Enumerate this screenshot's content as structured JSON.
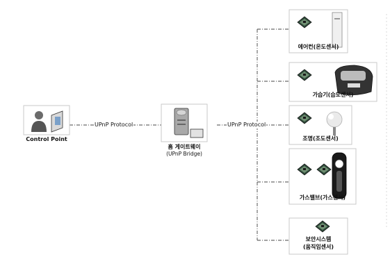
{
  "control_point": {
    "label": "Control Point"
  },
  "gateway": {
    "name": "홈 게이트웨이",
    "sub": "(UPnP Bridge)"
  },
  "protocol_labels": {
    "left": "UPnP Protocol",
    "right": "UPnP Protocol"
  },
  "devices": [
    {
      "label": "에어컨(온도센서)",
      "icon": "aircon-icon"
    },
    {
      "label": "가습기(습도센서)",
      "icon": "humidifier-icon"
    },
    {
      "label": "조명(조도센서)",
      "icon": "lamp-icon"
    },
    {
      "label": "가스밸브(가스센서)",
      "icon": "gas-valve-icon"
    },
    {
      "label": "보안시스템",
      "sub": "(움직임센서)",
      "icon": "security-icon"
    }
  ],
  "colors": {
    "line": "#444444",
    "chip": "#2f4a3a",
    "box_border": "#c9c9c9"
  }
}
